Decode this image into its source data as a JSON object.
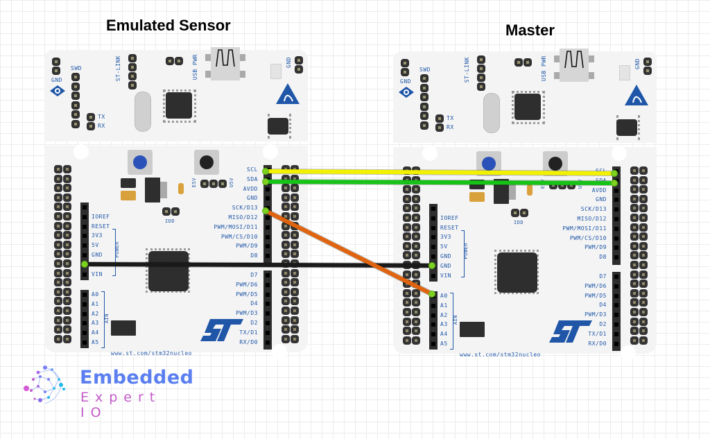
{
  "titles": {
    "left": "Emulated Sensor",
    "right": "Master"
  },
  "board": {
    "top_labels": {
      "gnd_left": "GND",
      "swd": "SWD",
      "tx": "TX",
      "rx": "RX",
      "st_link": "ST-LINK",
      "usb_pwr": "USB PWR",
      "gnd_right": "GND"
    },
    "jumper_labels": {
      "e5v": "E5V",
      "u5v": "U5V",
      "idd": "IDD"
    },
    "right_header_upper": [
      "SCL",
      "SDA",
      "AVDD",
      "GND",
      "SCK/D13",
      "MISO/D12",
      "PWM/MOSI/D11",
      "PWM/CS/D10",
      "PWM/D9",
      "D8"
    ],
    "right_header_lower": [
      "D7",
      "PWM/D6",
      "PWM/D5",
      "D4",
      "PWM/D3",
      "D2",
      "TX/D1",
      "RX/D0"
    ],
    "power_header": [
      "",
      "IOREF",
      "RESET",
      "3V3",
      "5V",
      "GND",
      "GND",
      "VIN"
    ],
    "power_group_label": "POWER",
    "analog_header": [
      "A0",
      "A1",
      "A2",
      "A3",
      "A4",
      "A5"
    ],
    "analog_group_label": "AIN",
    "url": "www.st.com/stm32nucleo",
    "st_logo": "ST"
  },
  "connections": [
    {
      "name": "scl-wire",
      "from": "Emulated Sensor SCL",
      "to": "Master SCL",
      "color": "#f2f200"
    },
    {
      "name": "sda-wire",
      "from": "Emulated Sensor SDA",
      "to": "Master SDA",
      "color": "#16c316"
    },
    {
      "name": "gnd-wire",
      "from": "Emulated Sensor GND",
      "to": "Master GND",
      "color": "#1a1a1a"
    },
    {
      "name": "signal-wire",
      "from": "Emulated Sensor SCK/D13",
      "to": "Master A0",
      "color": "#e0640f"
    }
  ],
  "logo": {
    "line1": "Embedded",
    "line2": "Expert IO",
    "color1": "#5b7ff0",
    "color2": "#c25cc8"
  }
}
